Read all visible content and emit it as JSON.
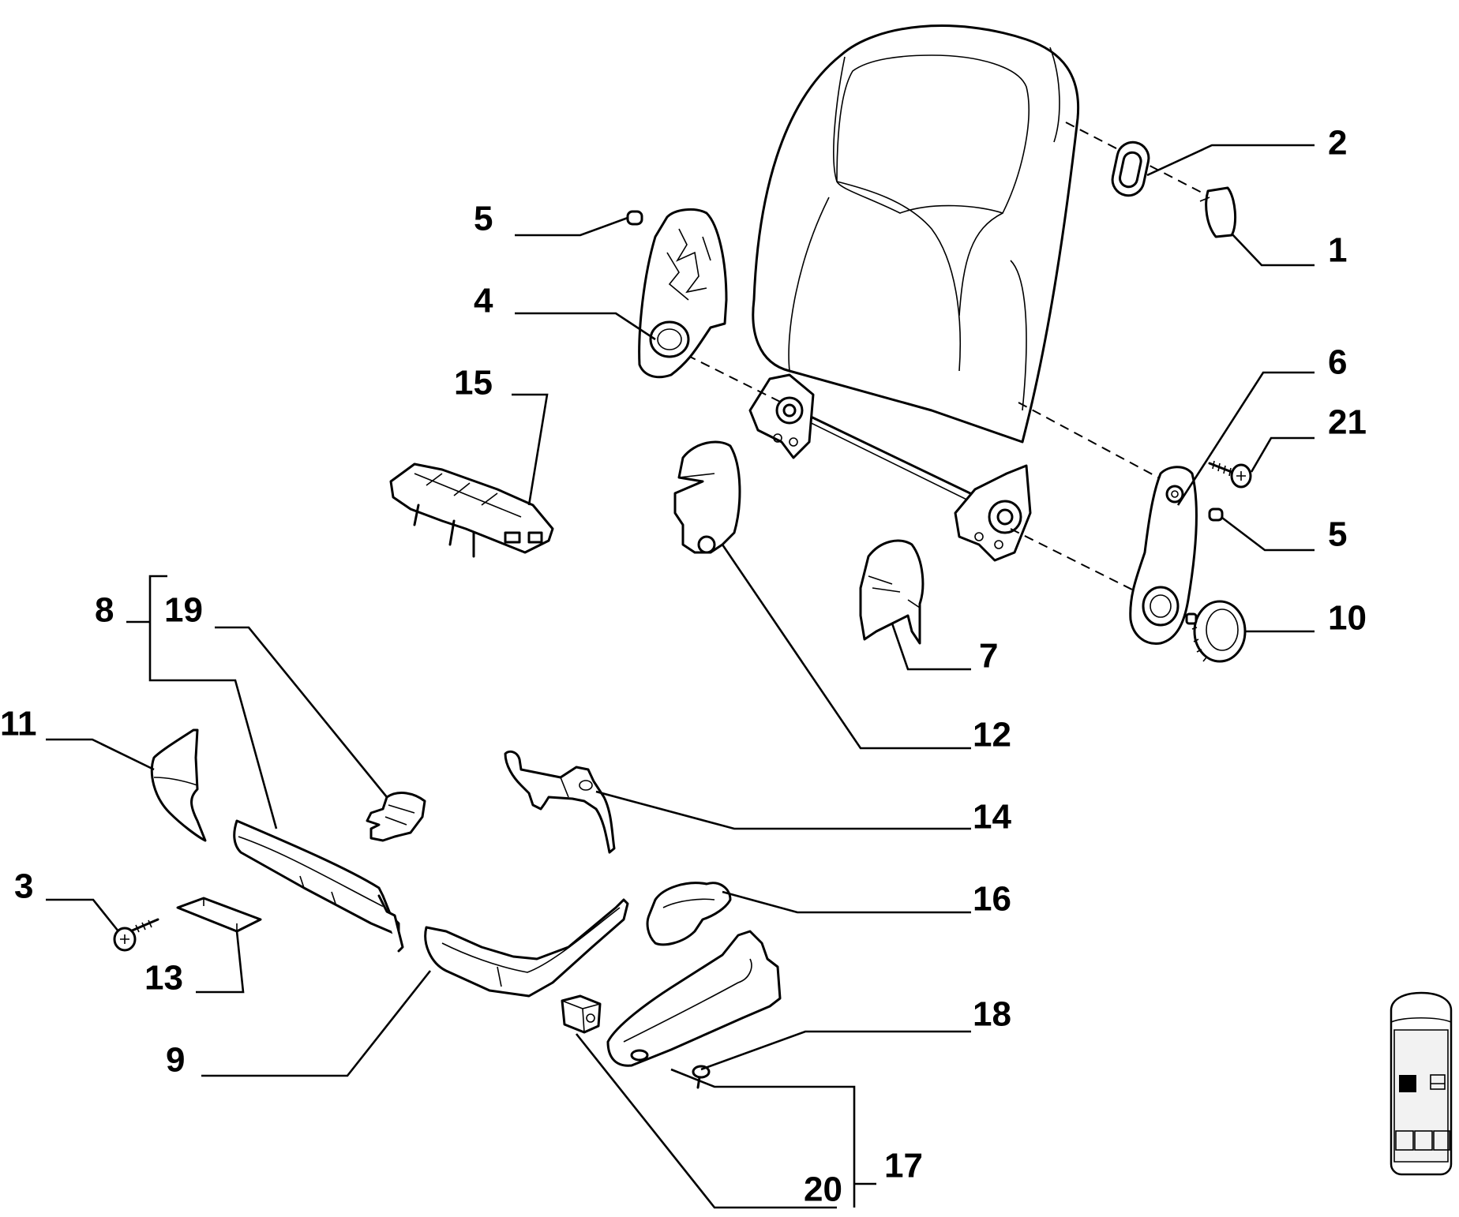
{
  "callouts": [
    {
      "id": "c1",
      "label": "1"
    },
    {
      "id": "c2",
      "label": "2"
    },
    {
      "id": "c3",
      "label": "3"
    },
    {
      "id": "c4",
      "label": "4"
    },
    {
      "id": "c5a",
      "label": "5"
    },
    {
      "id": "c5b",
      "label": "5"
    },
    {
      "id": "c6",
      "label": "6"
    },
    {
      "id": "c7",
      "label": "7"
    },
    {
      "id": "c8",
      "label": "8"
    },
    {
      "id": "c9",
      "label": "9"
    },
    {
      "id": "c10",
      "label": "10"
    },
    {
      "id": "c11",
      "label": "11"
    },
    {
      "id": "c12",
      "label": "12"
    },
    {
      "id": "c13",
      "label": "13"
    },
    {
      "id": "c14",
      "label": "14"
    },
    {
      "id": "c15",
      "label": "15"
    },
    {
      "id": "c16",
      "label": "16"
    },
    {
      "id": "c17",
      "label": "17"
    },
    {
      "id": "c18",
      "label": "18"
    },
    {
      "id": "c19",
      "label": "19"
    },
    {
      "id": "c20",
      "label": "20"
    },
    {
      "id": "c21",
      "label": "21"
    }
  ],
  "colors": {
    "line": "#000000",
    "background": "#ffffff",
    "shade": "#e6e6e6"
  },
  "icons": [
    "seat-position-indicator-icon"
  ]
}
